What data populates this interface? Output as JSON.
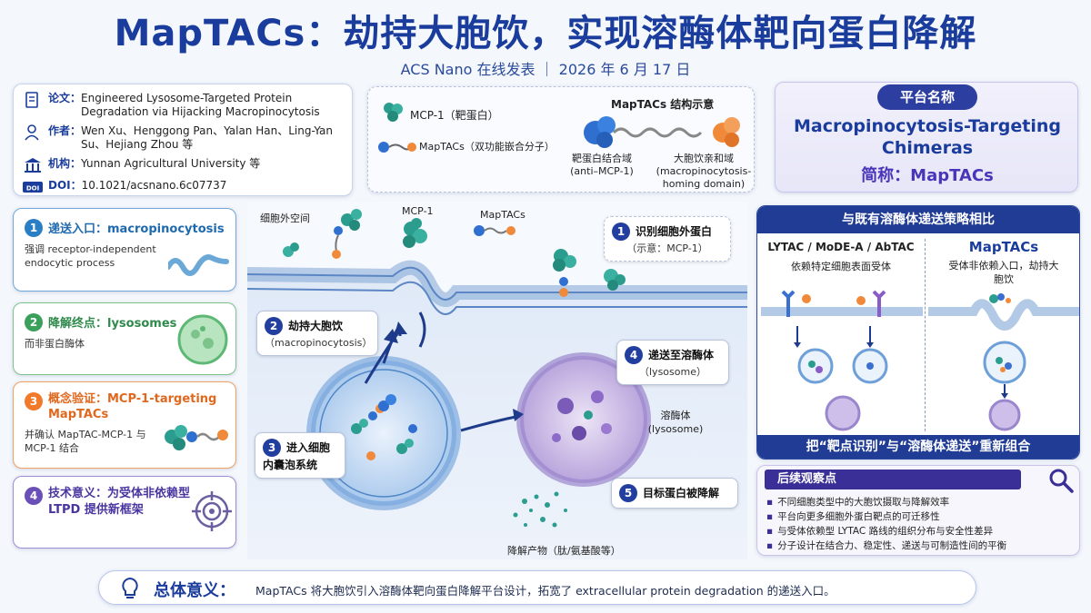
{
  "header": {
    "title": "MapTACs：劫持大胞饮，实现溶酶体靶向蛋白降解",
    "subtitle": "ACS Nano 在线发表 ｜ 2026 年 6 月 17 日"
  },
  "info": {
    "paper_label": "论文：",
    "paper": "Engineered Lysosome-Targeted Protein Degradation via Hijacking Macropinocytosis",
    "author_label": "作者：",
    "author": "Wen Xu、Henggong Pan、Yalan Han、Ling-Yan Su、Hejiang Zhou 等",
    "org_label": "机构：",
    "org": "Yunnan Agricultural University 等",
    "doi_label": "DOI：",
    "doi": "10.1021/acsnano.6c07737"
  },
  "legend": {
    "title": "MapTACs 结构示意",
    "item1": "MCP-1（靶蛋白）",
    "item2": "MapTACs（双功能嵌合分子）",
    "domain1": "靶蛋白结合域 (anti–MCP-1)",
    "domain2": "大胞饮亲和域 (macropinocytosis-homing domain)"
  },
  "namecard": {
    "pill": "平台名称",
    "name": "Macropinocytosis-Targeting Chimeras",
    "short": "简称：MapTACs"
  },
  "left_cards": [
    {
      "num": "1",
      "head": "递送入口：macropinocytosis",
      "desc": "强调 receptor-independent endocytic process"
    },
    {
      "num": "2",
      "head": "降解终点：lysosomes",
      "desc": "而非蛋白酶体"
    },
    {
      "num": "3",
      "head": "概念验证：MCP-1-targeting MapTACs",
      "desc": "并确认 MapTAC-MCP-1 与 MCP-1 结合"
    },
    {
      "num": "4",
      "head": "技术意义：为受体非依赖型 LTPD 提供新框架",
      "desc": ""
    }
  ],
  "center": {
    "extracellular": "细胞外空间",
    "mcp1": "MCP-1",
    "maptacs": "MapTACs",
    "lysosome": "溶酶体 (lysosome)",
    "products": "降解产物（肽/氨基酸等）",
    "steps": [
      {
        "num": "1",
        "title": "识别细胞外蛋白",
        "sub": "（示意：MCP-1）"
      },
      {
        "num": "2",
        "title": "劫持大胞饮",
        "sub": "（macropinocytosis）"
      },
      {
        "num": "3",
        "title": "进入细胞内囊泡系统",
        "sub": ""
      },
      {
        "num": "4",
        "title": "递送至溶酶体",
        "sub": "（lysosome）"
      },
      {
        "num": "5",
        "title": "目标蛋白被降解",
        "sub": ""
      }
    ]
  },
  "compare": {
    "title": "与既有溶酶体递送策略相比",
    "left_title": "LYTAC / MoDE-A / AbTAC",
    "left_desc": "依赖特定细胞表面受体",
    "right_title": "MapTACs",
    "right_desc": "受体非依赖入口，劫持大胞饮",
    "footer": "把“靶点识别”与“溶酶体递送”重新组合"
  },
  "follow": {
    "title": "后续观察点",
    "items": [
      "不同细胞类型中的大胞饮摄取与降解效率",
      "平台向更多细胞外蛋白靶点的可迁移性",
      "与受体依赖型 LYTAC 路线的组织分布与安全性差异",
      "分子设计在结合力、稳定性、递送与可制造性间的平衡"
    ]
  },
  "bottom": {
    "title": "总体意义：",
    "text": "MapTACs 将大胞饮引入溶酶体靶向蛋白降解平台设计，拓宽了 extracellular protein degradation 的递送入口。"
  },
  "colors": {
    "primary": "#1a3c9c",
    "teal": "#2a9d8f",
    "orange": "#f08a3a",
    "purple": "#6b4fb8",
    "green": "#3aa05a"
  }
}
